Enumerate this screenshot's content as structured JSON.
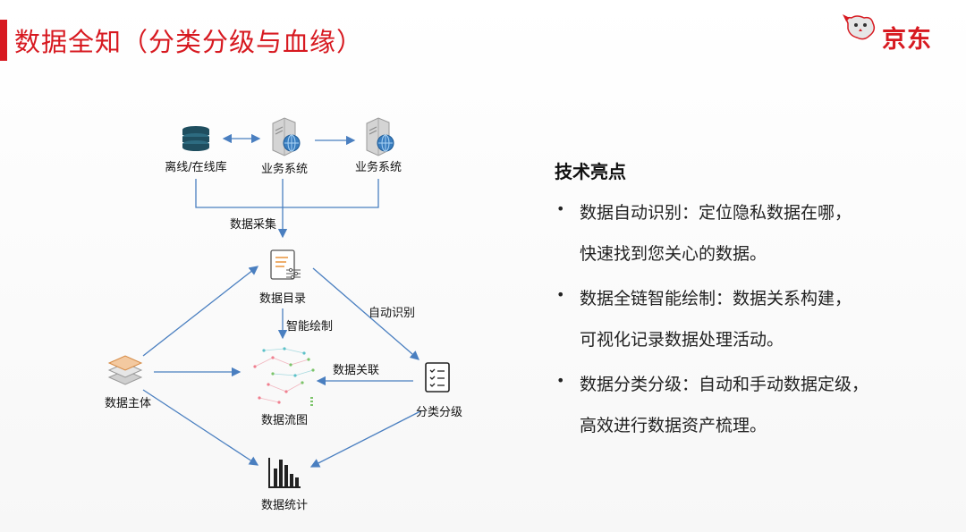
{
  "slide": {
    "title": "数据全知（分类分级与血缘）",
    "logo_text": "京东"
  },
  "diagram": {
    "nodes": {
      "offline_online_db": "离线/在线库",
      "business_system_1": "业务系统",
      "business_system_2": "业务系统",
      "data_catalog": "数据目录",
      "data_subject": "数据主体",
      "data_flow_chart": "数据流图",
      "classification": "分类分级",
      "data_statistics": "数据统计"
    },
    "edge_labels": {
      "collection": "数据采集",
      "auto_identify": "自动识别",
      "smart_drawing": "智能绘制",
      "data_association": "数据关联"
    }
  },
  "highlights": {
    "title": "技术亮点",
    "items": [
      {
        "line1": "数据自动识别：定位隐私数据在哪，",
        "line2": "快速找到您关心的数据。"
      },
      {
        "line1": "数据全链智能绘制：数据关系构建，",
        "line2": "可视化记录数据处理活动。"
      },
      {
        "line1": "数据分类分级：自动和手动数据定级，",
        "line2": "高效进行数据资产梳理。"
      }
    ]
  },
  "colors": {
    "brand_red": "#d71920",
    "arrow_blue": "#4a7fc0",
    "db_teal": "#1f4e5f"
  },
  "icons": [
    "database-icon",
    "server-globe-icon",
    "catalog-document-icon",
    "layers-stack-icon",
    "flow-graph-icon",
    "checklist-icon",
    "bar-chart-icon",
    "jd-dog-logo-icon"
  ]
}
